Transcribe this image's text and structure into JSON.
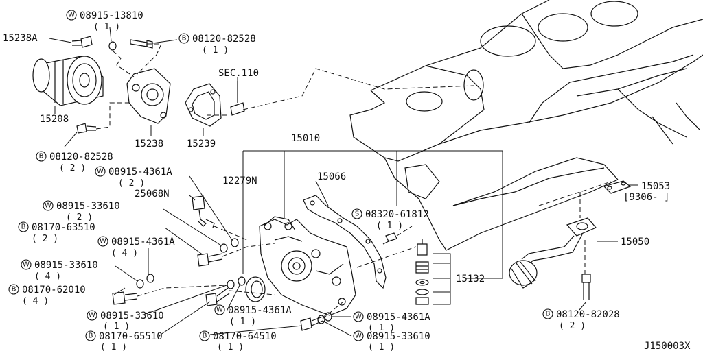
{
  "labels": {
    "w_08915_13810": "08915-13810",
    "w_08915_13810_qty": "( 1 )",
    "p_15238A": "15238A",
    "b_08120_82528_top": "08120-82528",
    "b_08120_82528_top_qty": "( 1 )",
    "sec_110": "SEC.110",
    "p_15208": "15208",
    "p_15238": "15238",
    "p_15239": "15239",
    "b_08120_82528_bot": "08120-82528",
    "b_08120_82528_bot_qty": "( 2 )",
    "p_15010": "15010",
    "w_08915_4361A_1": "08915-4361A",
    "w_08915_4361A_1_qty": "( 2 )",
    "p_12279N": "12279N",
    "p_15066": "15066",
    "p_25068N": "25068N",
    "p_15053": "15053",
    "p_15053_date": "[9306-    ]",
    "w_08915_33610_1": "08915-33610",
    "w_08915_33610_1_qty": "( 2 )",
    "s_08320_61812": "08320-61812",
    "s_08320_61812_qty": "( 1 )",
    "b_08170_63510": "08170-63510",
    "b_08170_63510_qty": "( 2 )",
    "w_08915_4361A_2": "08915-4361A",
    "w_08915_4361A_2_qty": "( 4 )",
    "p_15050": "15050",
    "w_08915_33610_2": "08915-33610",
    "w_08915_33610_2_qty": "( 4 )",
    "p_15132": "15132",
    "b_08170_62010": "08170-62010",
    "b_08170_62010_qty": "( 4 )",
    "w_08915_33610_3": "08915-33610",
    "w_08915_33610_3_qty": "( 1 )",
    "w_08915_4361A_3": "08915-4361A",
    "w_08915_4361A_3_qty": "( 1 )",
    "w_08915_4361A_4": "08915-4361A",
    "w_08915_4361A_4_qty": "( 1 )",
    "b_08120_82028": "08120-82028",
    "b_08120_82028_qty": "( 2 )",
    "b_08170_65510": "08170-65510",
    "b_08170_65510_qty": "( 1 )",
    "b_08170_64510": "08170-64510",
    "b_08170_64510_qty": "( 1 )",
    "w_08915_33610_4": "08915-33610",
    "w_08915_33610_4_qty": "( 1 )",
    "figure_id": "J150003X"
  },
  "badges": {
    "washer": "W",
    "bolt": "B",
    "screw": "S"
  }
}
